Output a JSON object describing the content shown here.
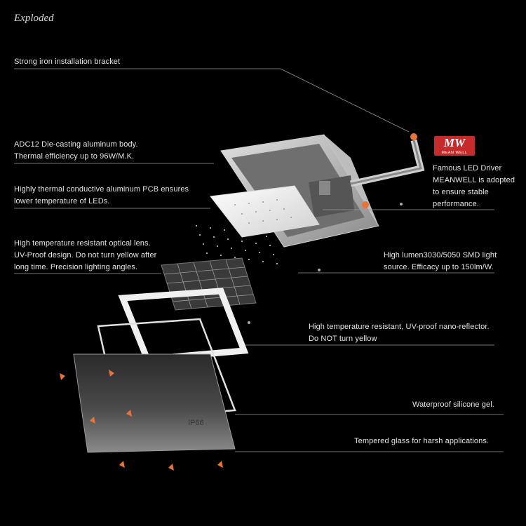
{
  "title": "Exploded",
  "labels": {
    "bracket": [
      "Strong iron installation bracket"
    ],
    "body": [
      "ADC12 Die-casting aluminum body.",
      "Thermal efficiency up to 96W/M.K."
    ],
    "pcb": [
      "Highly thermal conductive aluminum PCB ensures",
      "lower temperature of LEDs."
    ],
    "lens": [
      "High temperature resistant optical lens.",
      "UV-Proof design. Do not turn yellow after",
      "long time. Precision lighting angles."
    ],
    "driver": [
      "Famous LED Driver",
      "MEANWELL is adopted",
      "to ensure stable",
      "performance."
    ],
    "smd": [
      "High lumen3030/5050 SMD light",
      "source. Efficacy up to 150lm/W."
    ],
    "reflector": [
      "High  temperature resistant, UV-proof nano-reflector.",
      "Do NOT turn yellow"
    ],
    "gel": [
      "Waterproof silicone gel."
    ],
    "glass": [
      "Tempered glass for harsh applications."
    ]
  },
  "logo": {
    "mark": "MW",
    "text": "MEAN WELL"
  },
  "ip_rating": "IP66",
  "colors": {
    "background": "#000000",
    "accent": "#e8743a",
    "logo_red": "#c62a2a"
  }
}
